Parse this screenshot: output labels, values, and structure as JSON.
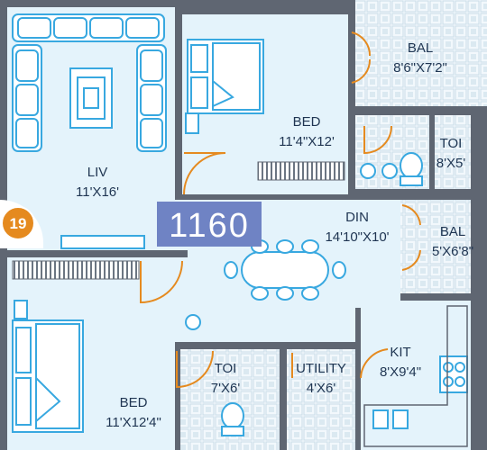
{
  "colors": {
    "wall": "#5f6672",
    "floor": "#e4f3fb",
    "furniture": "#38a8e0",
    "tile": "#cfe2ec",
    "badge": "#e58a1f",
    "area_box": "#6f83c4",
    "text": "#1f3552"
  },
  "badge": {
    "number": "19"
  },
  "area_label": "1160",
  "rooms": {
    "living": {
      "name": "LIV",
      "size": "11'X16'"
    },
    "bed_top": {
      "name": "BED",
      "size": "11'4\"X12'"
    },
    "bal_top": {
      "name": "BAL",
      "size": "8'6\"X7'2\""
    },
    "toi_top": {
      "name": "TOI",
      "size": "8'X5'"
    },
    "dining": {
      "name": "DIN",
      "size": "14'10\"X10'"
    },
    "bal_right": {
      "name": "BAL",
      "size": "5'X6'8\""
    },
    "kitchen": {
      "name": "KIT",
      "size": "8'X9'4\""
    },
    "utility": {
      "name": "UTILITY",
      "size": "4'X6'"
    },
    "toi_bottom": {
      "name": "TOI",
      "size": "7'X6'"
    },
    "bed_bottom": {
      "name": "BED",
      "size": "11'X12'4\""
    }
  },
  "icons": [
    "sofa-icon",
    "bed-icon",
    "dining-table-icon",
    "toilet-icon",
    "stove-icon",
    "sink-icon",
    "door-swing-icon",
    "wardrobe-icon"
  ]
}
